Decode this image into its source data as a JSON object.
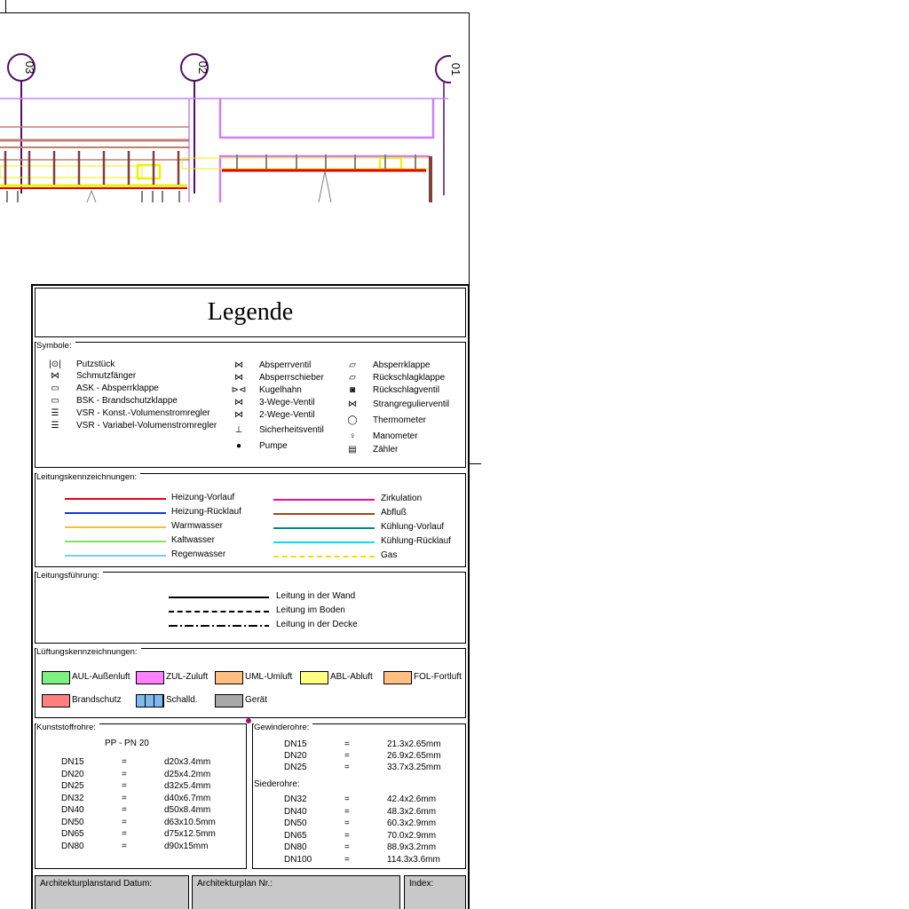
{
  "drawing": {
    "axes": [
      "03",
      "02",
      "01"
    ]
  },
  "legend": {
    "title": "Legende",
    "symbols": {
      "label": "Symbole:",
      "col1": [
        {
          "icon": "putzstueck-icon",
          "glyph": "|⊙|",
          "text": "Putzstück"
        },
        {
          "icon": "schmutzfaenger-icon",
          "glyph": "⋈",
          "text": "Schmutzfänger"
        },
        {
          "icon": "ask-icon",
          "glyph": "▭",
          "text": "ASK  - Absperrklappe"
        },
        {
          "icon": "bsk-icon",
          "glyph": "▭",
          "text": "BSK  - Brandschutzklappe"
        },
        {
          "icon": "vsr-konst-icon",
          "glyph": "☰",
          "text": "VSR  - Konst.-Volumenstromregler"
        },
        {
          "icon": "vsr-variabel-icon",
          "glyph": "☰",
          "text": "VSR  - Variabel-Volumenstromregler"
        }
      ],
      "col2": [
        {
          "icon": "absperrventil-icon",
          "glyph": "⋈",
          "text": "Absperrventil"
        },
        {
          "icon": "absperrschieber-icon",
          "glyph": "⋈",
          "text": "Absperrschieber"
        },
        {
          "icon": "kugelhahn-icon",
          "glyph": "⊳⊲",
          "text": "Kugelhahn"
        },
        {
          "icon": "3-wege-ventil-icon",
          "glyph": "⋈",
          "text": "3-Wege-Ventil"
        },
        {
          "icon": "2-wege-ventil-icon",
          "glyph": "⋈",
          "text": "2-Wege-Ventil"
        },
        {
          "icon": "sicherheitsventil-icon",
          "glyph": "⊥",
          "text": "Sicherheitsventil"
        },
        {
          "icon": "pumpe-icon",
          "glyph": "●",
          "text": "Pumpe"
        }
      ],
      "col3": [
        {
          "icon": "absperrklappe-icon",
          "glyph": "▱",
          "text": "Absperrklappe"
        },
        {
          "icon": "rueckschlagklappe-icon",
          "glyph": "▱",
          "text": "Rückschlagklappe"
        },
        {
          "icon": "rueckschlagventil-icon",
          "glyph": "◙",
          "text": "Rückschlagventil"
        },
        {
          "icon": "strangregulierventil-icon",
          "glyph": "⋈",
          "text": "Strangregulierventil"
        },
        {
          "icon": "thermometer-icon",
          "glyph": "◯",
          "text": "Thermometer"
        },
        {
          "icon": "manometer-icon",
          "glyph": "♀",
          "text": "Manometer"
        },
        {
          "icon": "zaehler-icon",
          "glyph": "▤",
          "text": "Zähler"
        }
      ]
    },
    "lines": {
      "label": "Leitungskennzeichnungen:",
      "left": [
        {
          "text": "Heizung-Vorlauf",
          "color": "#e8001c",
          "style": "solid"
        },
        {
          "text": "Heizung-Rücklauf",
          "color": "#1038e0",
          "style": "solid"
        },
        {
          "text": "Warmwasser",
          "color": "#f0c040",
          "style": "solid"
        },
        {
          "text": "Kaltwasser",
          "color": "#80e060",
          "style": "solid"
        },
        {
          "text": "Regenwasser",
          "color": "#80c8f0",
          "style": "solid"
        }
      ],
      "right": [
        {
          "text": "Zirkulation",
          "color": "#e8108c",
          "style": "solid"
        },
        {
          "text": "Abfluß",
          "color": "#a04818",
          "style": "solid"
        },
        {
          "text": "Kühlung-Vorlauf",
          "color": "#008888",
          "style": "solid"
        },
        {
          "text": "Kühlung-Rücklauf",
          "color": "#00e0f0",
          "style": "solid"
        },
        {
          "text": "Gas",
          "color": "#f0e000",
          "style": "dashed"
        }
      ]
    },
    "routing": {
      "label": "Leitungsführung:",
      "items": [
        {
          "text": "Leitung in der Wand",
          "style": "solid"
        },
        {
          "text": "Leitung im Boden",
          "style": "dashed"
        },
        {
          "text": "Leitung in der Decke",
          "style": "dashdot"
        }
      ]
    },
    "ventilation": {
      "label": "Lüftungskennzeichnungen:",
      "items": [
        {
          "text": "AUL-Außenluft",
          "color": "#80f080"
        },
        {
          "text": "ZUL-Zuluft",
          "color": "#ff80ff"
        },
        {
          "text": "UML-Umluft",
          "color": "#ffc080"
        },
        {
          "text": "ABL-Abluft",
          "color": "#ffff80"
        },
        {
          "text": "FOL-Fortluft",
          "color": "#ffc080"
        },
        {
          "text": "Brandschutz",
          "color": "#ff8080"
        },
        {
          "text": "Schalld.",
          "color": "#80b8f0"
        },
        {
          "text": "Gerät",
          "color": "#a8a8a8"
        }
      ]
    },
    "plastic": {
      "label": "Kunststoffrohre:",
      "subtitle": "PP  -  PN 20",
      "rows": [
        [
          "DN15",
          "=",
          "d20x3.4mm"
        ],
        [
          "DN20",
          "=",
          "d25x4.2mm"
        ],
        [
          "DN25",
          "=",
          "d32x5.4mm"
        ],
        [
          "DN32",
          "=",
          "d40x6.7mm"
        ],
        [
          "DN40",
          "=",
          "d50x8.4mm"
        ],
        [
          "DN50",
          "=",
          "d63x10.5mm"
        ],
        [
          "DN65",
          "=",
          "d75x12.5mm"
        ],
        [
          "DN80",
          "=",
          "d90x15mm"
        ]
      ]
    },
    "threaded": {
      "label": "Gewinderohre:",
      "rows": [
        [
          "DN15",
          "=",
          "21.3x2.65mm"
        ],
        [
          "DN20",
          "=",
          "26.9x2.65mm"
        ],
        [
          "DN25",
          "=",
          "33.7x3.25mm"
        ]
      ],
      "label2": "Siederohre:",
      "rows2": [
        [
          "DN32",
          "=",
          "42.4x2.6mm"
        ],
        [
          "DN40",
          "=",
          "48.3x2.6mm"
        ],
        [
          "DN50",
          "=",
          "60.3x2.9mm"
        ],
        [
          "DN65",
          "=",
          "70.0x2.9mm"
        ],
        [
          "DN80",
          "=",
          "88.9x3.2mm"
        ],
        [
          "DN100",
          "=",
          "114.3x3.6mm"
        ]
      ]
    },
    "footer": {
      "date": "Architekturplanstand Datum:",
      "plan": "Architekturplan Nr.:",
      "index": "Index:"
    }
  }
}
